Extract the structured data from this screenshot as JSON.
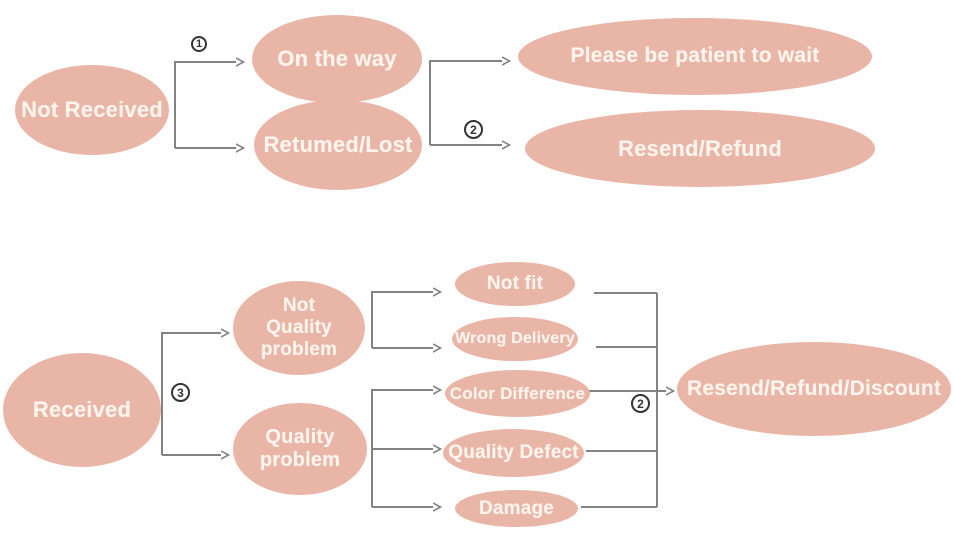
{
  "nodes": {
    "not_received": "Not Received",
    "on_the_way": "On the way",
    "returned_lost": "Retumed/Lost",
    "please_wait": "Please be patient to wait",
    "resend_refund": "Resend/Refund",
    "received": "Received",
    "not_quality_problem": "Not\nQuality\nproblem",
    "quality_problem": "Quality\nproblem",
    "not_fit": "Not fit",
    "wrong_delivery": "Wrong Delivery",
    "color_difference": "Color Difference",
    "quality_defect": "Quality Defect",
    "damage": "Damage",
    "resend_refund_discount": "Resend/Refund/Discount"
  },
  "badges": {
    "step1": "1",
    "step2_top": "2",
    "step3": "3",
    "step2_bottom": "2"
  },
  "colors": {
    "node_fill": "#e9b5a6",
    "node_text": "#fdf5ee",
    "line": "#828282",
    "badge": "#333333",
    "bg": "#fefefe"
  }
}
